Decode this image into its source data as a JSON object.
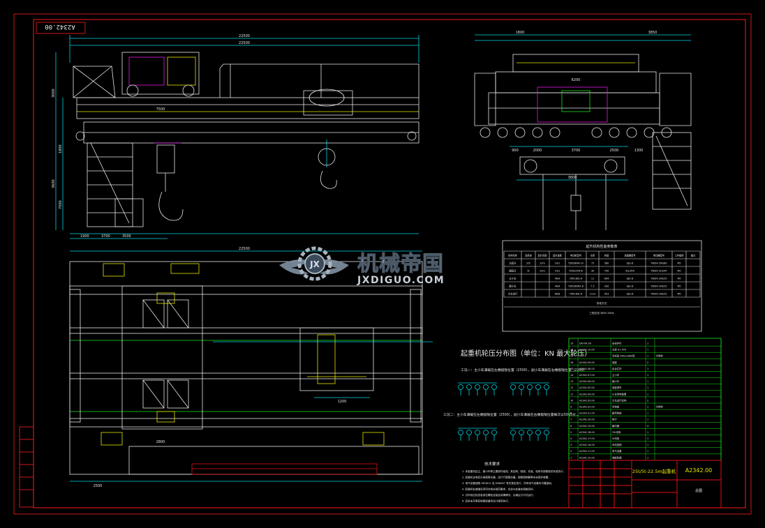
{
  "drawing": {
    "code_stamp": "A2342.00",
    "title_code": "A2342.00",
    "title_name": "25t/5t-22.5m起重机",
    "title_small": "总图",
    "wheel_title": "起重机轮压分布图（单位：KN 最大轮压）",
    "case_one": "工况一：主小车满载在左端极限位置（2500），副小车满载在右端极限位置（2200）",
    "case_two": "工况二：主小车满载在左端极限位置（2500），副小车满载在右端极限位置每次以5065位...",
    "tech_title": "技术要求",
    "tech_lines": [
      "1. 本起重机由主、副小车等主要部件组成，其结构、制造、安装、验收均按照相关标准执行。",
      "2. 起重机设有起升高度限位器、运行行程限位器、超载限制器等安全保护装置。",
      "3. 电气设备按照 GB3811 及 GB6067 有关规定执行，所有电气设备均可靠接地。",
      "4. 起重机轨道铺设须符合相关规范要求，车轮与轨道应接触良好。",
      "5. 试车前应检查各部位螺栓连接及润滑情况，合格后方可试运行。",
      "6. 其余未尽事宜按照起重机设计规范执行。"
    ]
  },
  "watermark": {
    "name": "机械帝国",
    "url": "JXDIGUO.COM"
  },
  "dimensions": {
    "front_span": "22500",
    "front_span_top": "22500",
    "front_sub": "7500",
    "front_h1": "3000",
    "front_h2": "1800",
    "front_h3": "3600",
    "front_h4": "7000",
    "front_b1": "1900",
    "front_b2": "3700",
    "front_b3": "3500",
    "side_top_left": "1800",
    "side_top_right": "3850",
    "side_mid": "6200",
    "side_b1": "900",
    "side_b2": "2000",
    "side_b3": "3700",
    "side_b4": "2500",
    "side_b5": "1300",
    "plan_span": "22500",
    "plan_w1": "2500",
    "plan_w2": "1200",
    "plan_w3": "2800",
    "hook_w": "3800"
  },
  "params_table": {
    "title": "起升机构性能参数表",
    "headers": [
      "机构名称",
      "起重量",
      "起升高度",
      "起升速度",
      "电动机型号",
      "功率",
      "转速",
      "减速器型号",
      "制动器型号",
      "工作级别",
      "备注"
    ],
    "rows": [
      [
        "主起升",
        "25t",
        "22m",
        "10/1",
        "YZR280M-10",
        "75",
        "580",
        "QJS-D",
        "YWZ4-500/80",
        "M5",
        ""
      ],
      [
        "副起升",
        "5t",
        "22m",
        "15/1",
        "YZR225M-8",
        "30",
        "700",
        "ZQ-650",
        "YWZ4-315/45",
        "M5",
        ""
      ],
      [
        "主小车",
        "",
        "",
        "40/4",
        "YZR180L-8",
        "11",
        "694",
        "QJS-D",
        "YWZ4-200/25",
        "M5",
        ""
      ],
      [
        "副小车",
        "",
        "",
        "40/4",
        "YZR160M2-6",
        "7.5",
        "930",
        "QJS-D",
        "YWZ4-200/25",
        "M5",
        ""
      ],
      [
        "大车运行",
        "",
        "",
        "80/8",
        "YZR160L-6",
        "11x2",
        "953",
        "QJS-D",
        "YWZ4-200/25",
        "M5",
        ""
      ]
    ],
    "footer": [
      "供电方式",
      "三相交流 380V 50Hz"
    ]
  },
  "parts_list": [
    [
      "19",
      "DA7X4.00",
      "安全护栏",
      "1",
      ""
    ],
    [
      "18",
      "A2342.15.00",
      "主梁 A1 XF6",
      "1",
      ""
    ],
    [
      "17",
      "",
      "司机室 GHQ-LBBV型",
      "1",
      "外购件"
    ],
    [
      "16",
      "A2342.09.00",
      "端梁",
      "2",
      ""
    ],
    [
      "15",
      "A2342.08.00",
      "走台栏杆",
      "1",
      ""
    ],
    [
      "14",
      "A2342.07.00",
      "主小车",
      "1",
      ""
    ],
    [
      "13",
      "A2342.06.00",
      "副小车",
      "1",
      ""
    ],
    [
      "12",
      "A2342.05.00",
      "电缆滑车",
      "1",
      ""
    ],
    [
      "11",
      "A2342.04.00",
      "小车导电装置",
      "1",
      ""
    ],
    [
      "10",
      "A2342.03.00",
      "大车运行机构",
      "2",
      ""
    ],
    [
      "9",
      "A2342.02.00",
      "吊钩组",
      "1",
      "外购件"
    ],
    [
      "8",
      "A2342.01.00",
      "副吊钩组",
      "1",
      ""
    ],
    [
      "7",
      "A2342.20.00",
      "梯子",
      "1",
      ""
    ],
    [
      "6",
      "A2342.19.00",
      "缓冲器",
      "4",
      ""
    ],
    [
      "5",
      "A2342.18.00",
      "25t吊钩",
      "1",
      ""
    ],
    [
      "4",
      "A2342.17.00",
      "5t吊钩",
      "1",
      ""
    ],
    [
      "3",
      "A2342.16.00",
      "司机室梯",
      "1",
      ""
    ],
    [
      "2",
      "A2342.11.00",
      "电气设备",
      "1",
      ""
    ],
    [
      "1",
      "A2342.10.00",
      "端部防撞",
      "1",
      ""
    ]
  ],
  "colors": {
    "background": "#000000",
    "border": "#d01818",
    "cyan": "#00d8e8",
    "white": "#e8e8e8",
    "yellow": "#e8e800",
    "green": "#18e818",
    "magenta": "#e818e8",
    "red": "#e01010"
  }
}
